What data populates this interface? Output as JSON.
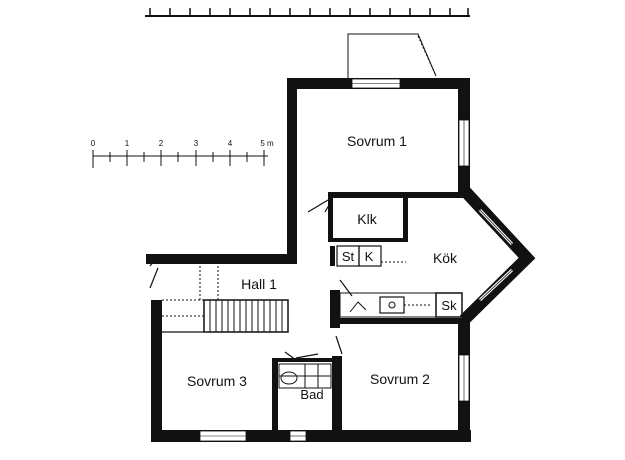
{
  "scale_bar": {
    "ticks": [
      "0",
      "1",
      "2",
      "3",
      "4",
      "5 m"
    ]
  },
  "rooms": {
    "sovrum1": "Sovrum 1",
    "klk": "Klk",
    "st": "St",
    "k": "K",
    "kok": "Kök",
    "hall1": "Hall 1",
    "sk": "Sk",
    "sovrum3": "Sovrum 3",
    "bad": "Bad",
    "sovrum2": "Sovrum 2"
  }
}
